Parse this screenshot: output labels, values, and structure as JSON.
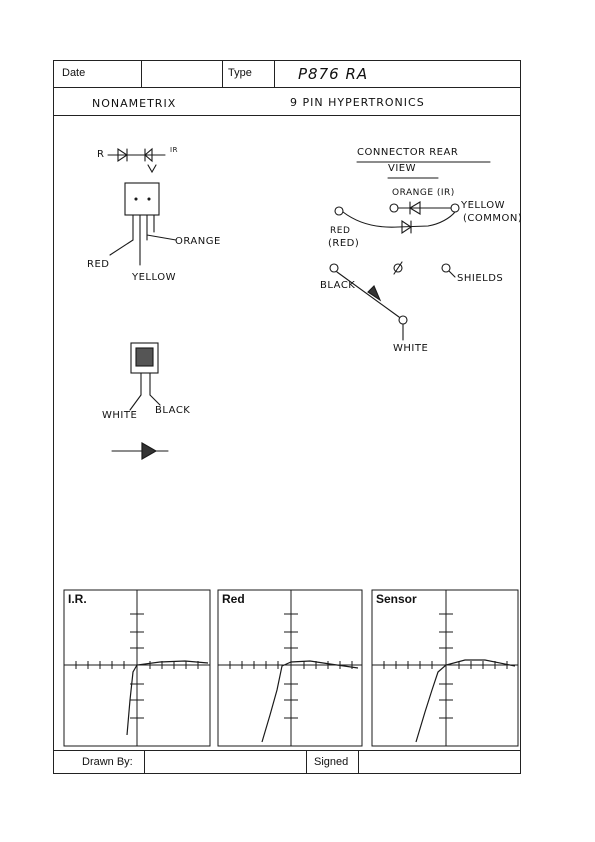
{
  "header": {
    "date_label": "Date",
    "type_label": "Type",
    "type_value": "P876 RA"
  },
  "subheader": {
    "left_text": "NONAMETRIX",
    "right_text": "9 PIN HYPERTRONICS"
  },
  "component_sketch": {
    "label_r": "R",
    "label_ir": "IR",
    "label_orange": "ORANGE",
    "label_red": "RED",
    "label_yellow": "YELLOW",
    "label_white": "WHITE",
    "label_black": "BLACK"
  },
  "connector": {
    "title_line1": "CONNECTOR REAR",
    "title_line2": "VIEW",
    "label_orange_ir": "ORANGE (IR)",
    "label_yellow": "YELLOW",
    "label_common": "(COMMON)",
    "label_red": "RED",
    "label_red_paren": "(RED)",
    "label_black": "BLACK",
    "label_shields": "SHIELDS",
    "label_white": "WHITE"
  },
  "plots": [
    {
      "title": "I.R."
    },
    {
      "title": "Red"
    },
    {
      "title": "Sensor"
    }
  ],
  "footer": {
    "drawn_by_label": "Drawn By:",
    "signed_label": "Signed"
  }
}
